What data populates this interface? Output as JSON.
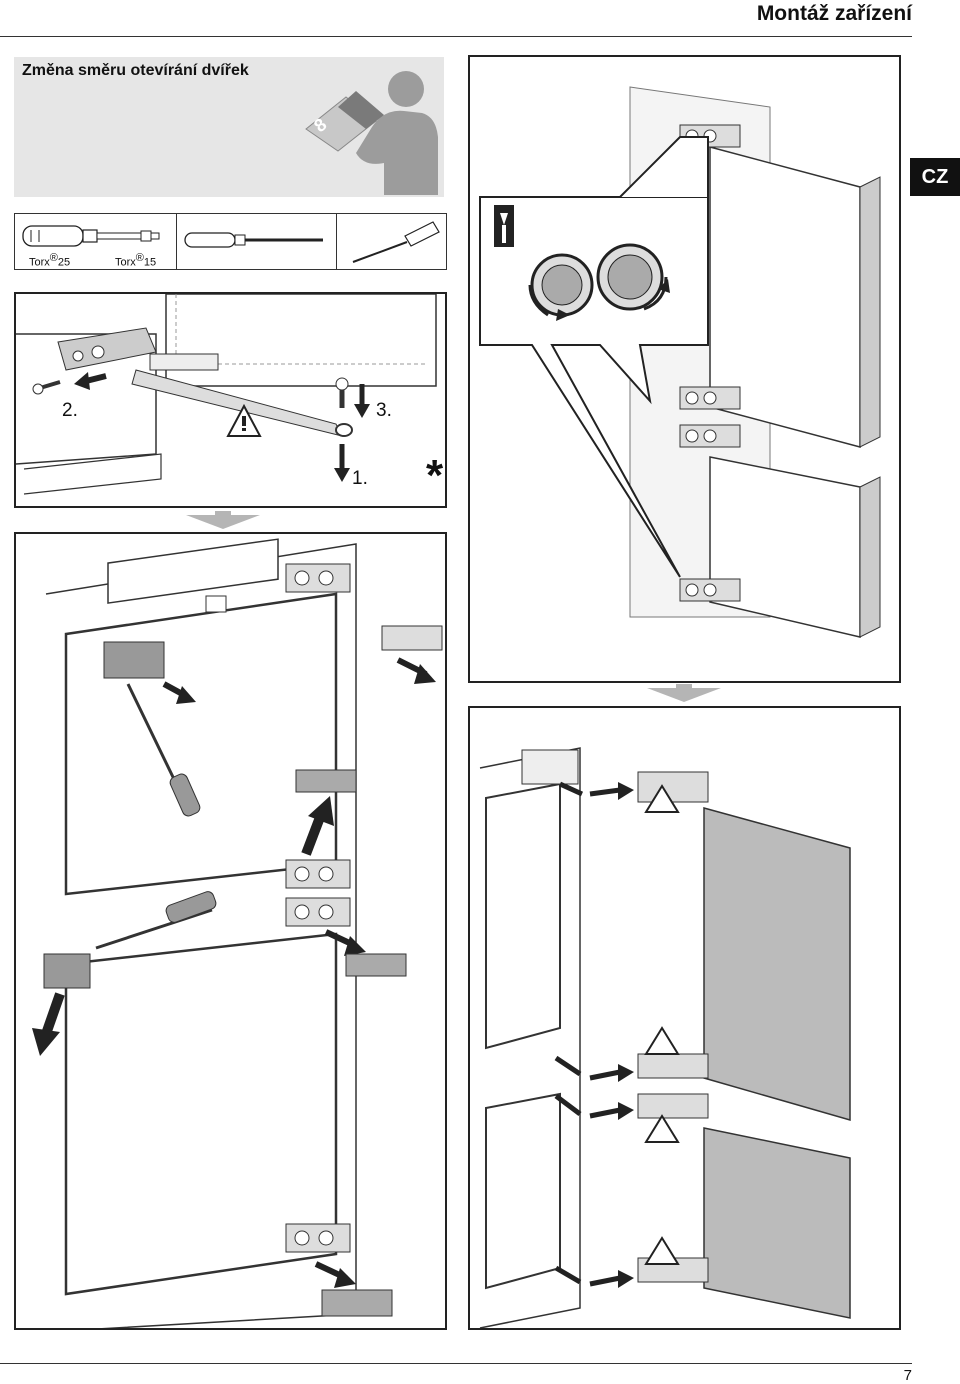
{
  "header": {
    "title": "Montáž zařízení"
  },
  "section": {
    "title": "Změna směru otevírání dvířek"
  },
  "language_tab": "CZ",
  "tools": {
    "torx1": "Torx",
    "torx1_size": "25",
    "torx2": "Torx",
    "torx2_size": "15",
    "registered": "®"
  },
  "steps": {
    "step1": "1.",
    "step2": "2.",
    "step3": "3."
  },
  "page_number": "7"
}
